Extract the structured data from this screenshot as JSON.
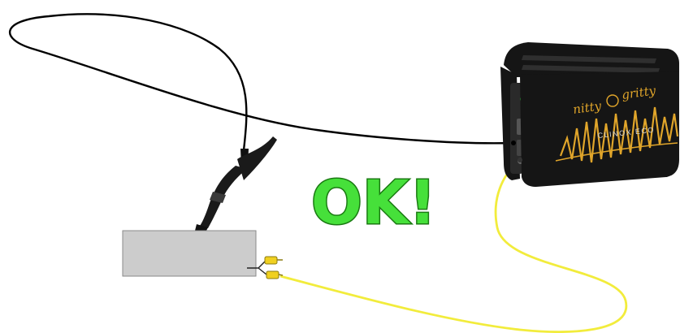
{
  "status": {
    "text": "OK!",
    "fill_color": "#46e03a",
    "outline_color": "#1a7a12"
  },
  "device": {
    "brand_line1": "nitty",
    "brand_line2": "gritty",
    "model": "CLINOX ECO",
    "body_color": "#151515",
    "accent_color": "#e0a52a",
    "indicator_color": "#2ecc40"
  },
  "test_object": {
    "fill_color": "#cccccc",
    "stroke_color": "#8a8a8a"
  },
  "black_cable": {
    "color": "#000000"
  },
  "yellow_cable": {
    "color": "#f2ec3c",
    "connector_color": "#f0d020"
  }
}
